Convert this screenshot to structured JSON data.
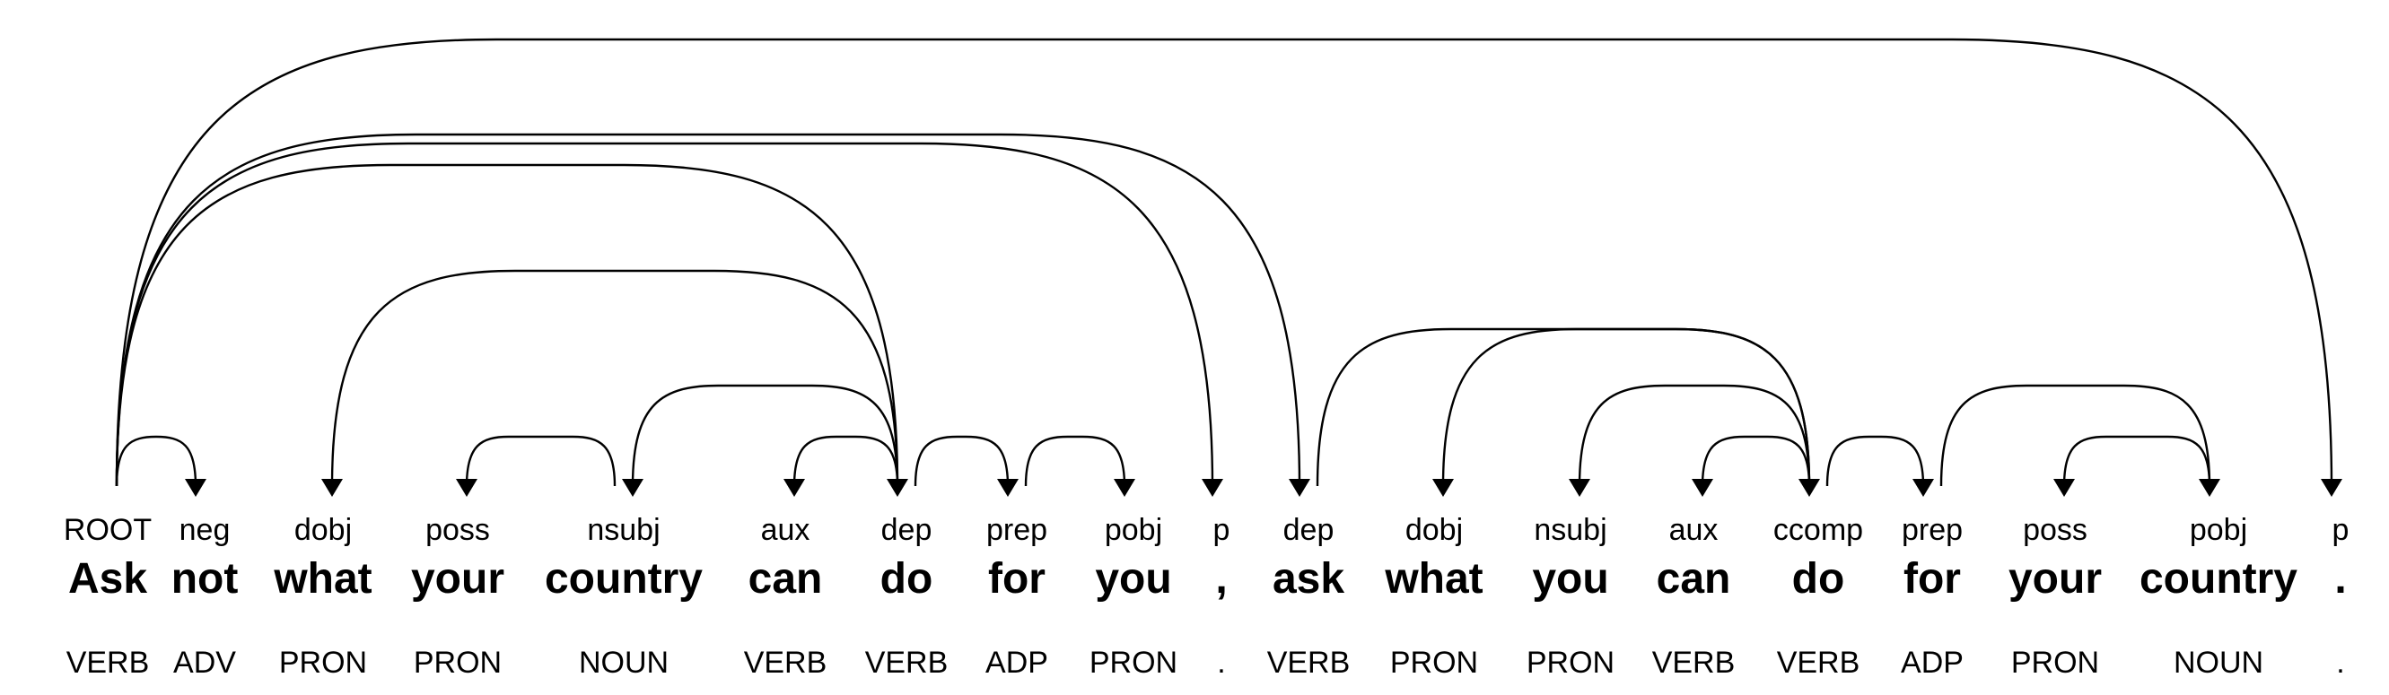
{
  "tokens": [
    {
      "word": "Ask",
      "tag": "VERB",
      "rel": "ROOT",
      "head": null
    },
    {
      "word": "not",
      "tag": "ADV",
      "rel": "neg",
      "head": 0
    },
    {
      "word": "what",
      "tag": "PRON",
      "rel": "dobj",
      "head": 6
    },
    {
      "word": "your",
      "tag": "PRON",
      "rel": "poss",
      "head": 4
    },
    {
      "word": "country",
      "tag": "NOUN",
      "rel": "nsubj",
      "head": 6
    },
    {
      "word": "can",
      "tag": "VERB",
      "rel": "aux",
      "head": 6
    },
    {
      "word": "do",
      "tag": "VERB",
      "rel": "dep",
      "head": 0
    },
    {
      "word": "for",
      "tag": "ADP",
      "rel": "prep",
      "head": 6
    },
    {
      "word": "you",
      "tag": "PRON",
      "rel": "pobj",
      "head": 7
    },
    {
      "word": ",",
      "tag": ".",
      "rel": "p",
      "head": 0
    },
    {
      "word": "ask",
      "tag": "VERB",
      "rel": "dep",
      "head": 0
    },
    {
      "word": "what",
      "tag": "PRON",
      "rel": "dobj",
      "head": 14
    },
    {
      "word": "you",
      "tag": "PRON",
      "rel": "nsubj",
      "head": 14
    },
    {
      "word": "can",
      "tag": "VERB",
      "rel": "aux",
      "head": 14
    },
    {
      "word": "do",
      "tag": "VERB",
      "rel": "ccomp",
      "head": 10
    },
    {
      "word": "for",
      "tag": "ADP",
      "rel": "prep",
      "head": 14
    },
    {
      "word": "your",
      "tag": "PRON",
      "rel": "poss",
      "head": 17
    },
    {
      "word": "country",
      "tag": "NOUN",
      "rel": "pobj",
      "head": 15
    },
    {
      "word": ".",
      "tag": ".",
      "rel": "p",
      "head": 0
    }
  ],
  "arcs": [
    {
      "from": 0,
      "to": 1,
      "level": 1
    },
    {
      "from": 0,
      "to": 6,
      "level": 6
    },
    {
      "from": 0,
      "to": 9,
      "level": 7
    },
    {
      "from": 0,
      "to": 10,
      "level": 8
    },
    {
      "from": 0,
      "to": 18,
      "level": 10
    },
    {
      "from": 6,
      "to": 2,
      "level": 4
    },
    {
      "from": 4,
      "to": 3,
      "level": 1
    },
    {
      "from": 6,
      "to": 4,
      "level": 2
    },
    {
      "from": 6,
      "to": 5,
      "level": 1
    },
    {
      "from": 6,
      "to": 7,
      "level": 1
    },
    {
      "from": 7,
      "to": 8,
      "level": 1
    },
    {
      "from": 10,
      "to": 14,
      "level": 3
    },
    {
      "from": 14,
      "to": 11,
      "level": 3
    },
    {
      "from": 14,
      "to": 12,
      "level": 2
    },
    {
      "from": 14,
      "to": 13,
      "level": 1
    },
    {
      "from": 14,
      "to": 15,
      "level": 1
    },
    {
      "from": 17,
      "to": 16,
      "level": 1
    },
    {
      "from": 15,
      "to": 17,
      "level": 2
    }
  ]
}
